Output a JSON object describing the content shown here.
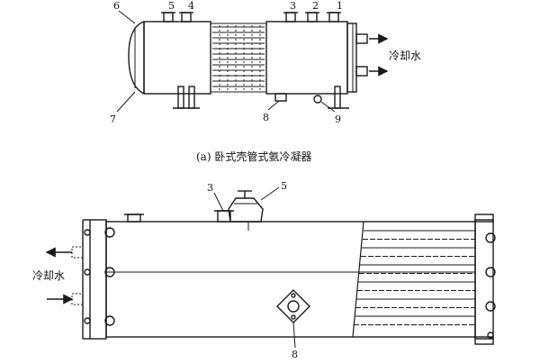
{
  "top_diagram": {
    "caption": "(a) 卧式壳管式氨冷凝器",
    "coolant_label": "冷却水",
    "callouts": [
      "1",
      "2",
      "3",
      "4",
      "5",
      "6",
      "7",
      "8",
      "9"
    ]
  },
  "bottom_diagram": {
    "coolant_label": "冷却水",
    "callouts": [
      "3",
      "5",
      "8"
    ]
  },
  "colors": {
    "line": "#1a1a1a",
    "background": "#ffffff"
  }
}
